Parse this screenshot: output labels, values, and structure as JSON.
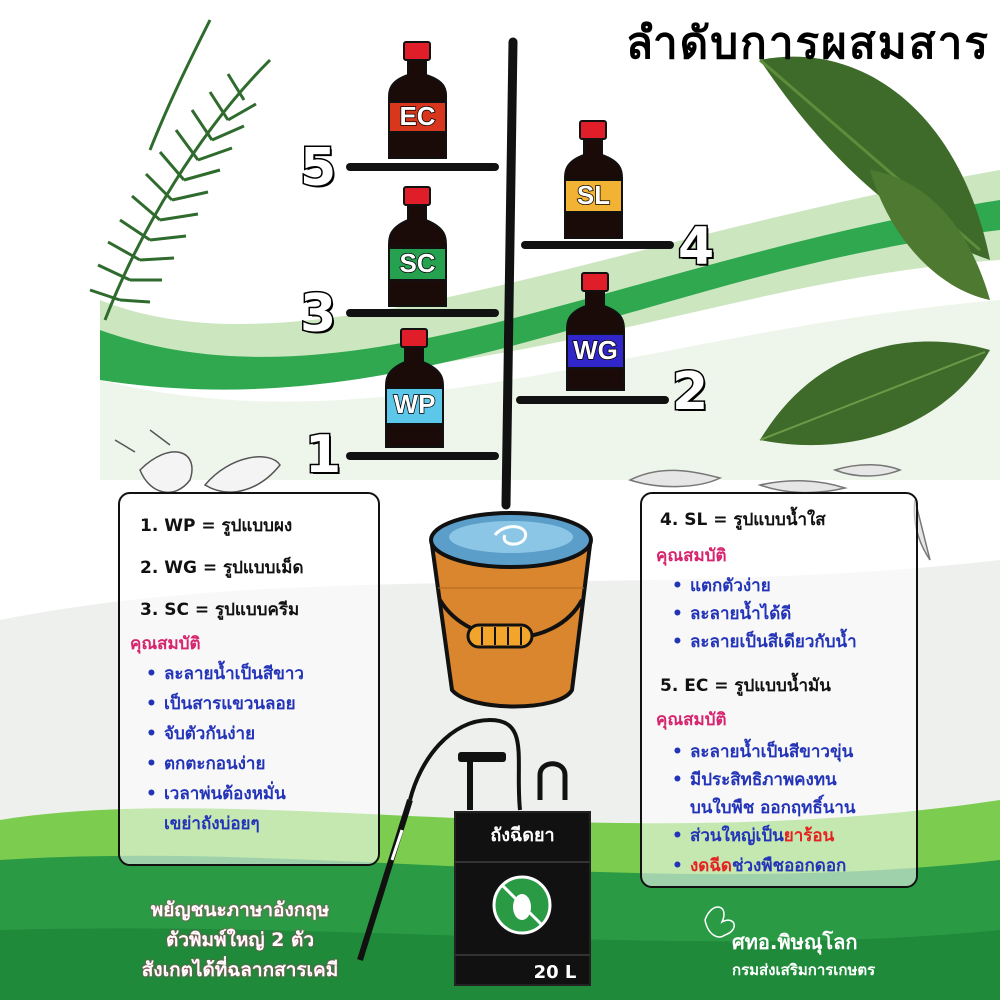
{
  "title": "ลำดับการผสมสาร",
  "bottles": [
    {
      "code": "EC",
      "order": "5",
      "color": "#d9361e"
    },
    {
      "code": "SL",
      "order": "4",
      "color": "#f2b233"
    },
    {
      "code": "SC",
      "order": "3",
      "color": "#26a150"
    },
    {
      "code": "WG",
      "order": "2",
      "color": "#3026c9"
    },
    {
      "code": "WP",
      "order": "1",
      "color": "#5cc7e8"
    }
  ],
  "left_box": {
    "rows": [
      "1. WP = รูปแบบผง",
      "2. WG = รูปแบบเม็ด",
      "3. SC = รูปแบบครีม"
    ],
    "prop_title": "คุณสมบัติ",
    "bullets": [
      "ละลายน้ำเป็นสีขาว",
      "เป็นสารแขวนลอย",
      "จับตัวกันง่าย",
      "ตกตะกอนง่าย",
      "เวลาพ่นต้องหมั่น"
    ],
    "bullet_cont": "เขย่าถังบ่อยๆ"
  },
  "right_box": {
    "row_sl": "4. SL = รูปแบบน้ำใส",
    "prop_title_1": "คุณสมบัติ",
    "bullets_1": [
      "แตกตัวง่าย",
      "ละลายน้ำได้ดี",
      "ละลายเป็นสีเดียวกับน้ำ"
    ],
    "row_ec": "5. EC = รูปแบบน้ำมัน",
    "prop_title_2": "คุณสมบัติ",
    "b2_1": "ละลายน้ำเป็นสีขาวขุ่น",
    "b2_2": "มีประสิทธิภาพคงทน",
    "b2_2_cont": "บนใบพืช ออกฤทธิ์นาน",
    "b2_3_a": "ส่วนใหญ่เป็น",
    "b2_3_b": "ยาร้อน",
    "b2_4_a": "งดฉีด",
    "b2_4_b": "ช่วงพืชออกดอก"
  },
  "sprayer": {
    "label": "ถังฉีดยา",
    "volume": "20 L"
  },
  "bottom_note": [
    "พยัญชนะภาษาอังกฤษ",
    "ตัวพิมพ์ใหญ่ 2 ตัว",
    "สังเกตได้ที่ฉลากสารเคมี"
  ],
  "credit": {
    "line1": "ศทอ.พิษณุโลก",
    "line2": "กรมส่งเสริมการเกษตร"
  },
  "colors": {
    "green": "#2fa84f",
    "dark_green": "#1f7a3a",
    "pink": "#d6246e",
    "blue": "#2434b8",
    "bucket": "#d9862f"
  }
}
